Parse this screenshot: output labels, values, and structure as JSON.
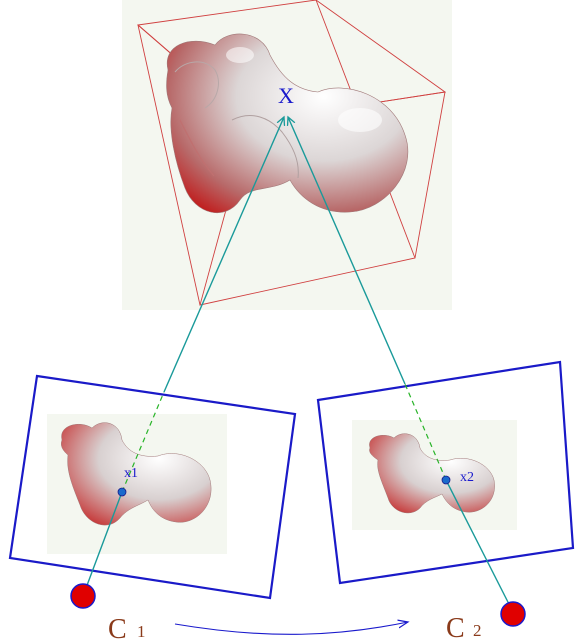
{
  "labels": {
    "world_point": "X",
    "image_point_1": "x1",
    "image_point_2": "x2",
    "camera_1_letter": "C",
    "camera_1_sub": "1",
    "camera_2_letter": "C",
    "camera_2_sub": "2"
  },
  "colors": {
    "image_frame": "#1a1ac8",
    "projection_ray": "#1a9a9a",
    "hidden_ray": "#28b428",
    "bounding_box": "#d04040",
    "camera_center": "#e00000",
    "label_blue": "#1a1acc",
    "camera_label": "#8a3a1a",
    "background_panel": "#f4f7f0",
    "bone_light": "#e8e4e4",
    "bone_red": "#c82828"
  }
}
